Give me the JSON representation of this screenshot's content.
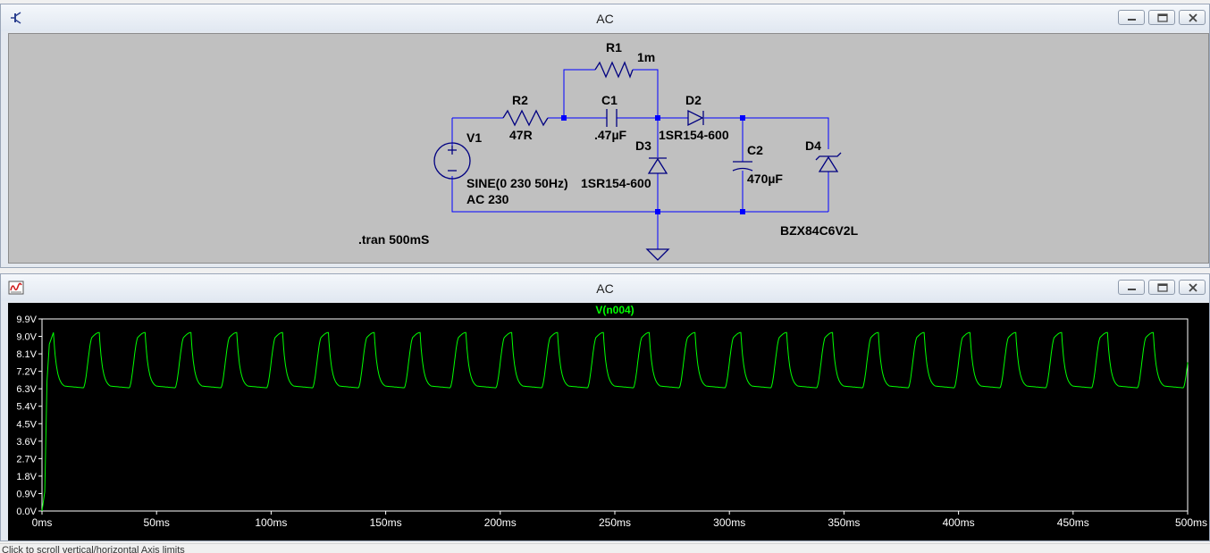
{
  "schematic_window": {
    "title": "AC",
    "app_icon": "transistor-icon",
    "controls": [
      "minimize-icon",
      "maximize-icon",
      "close-icon"
    ],
    "labels": {
      "r1_name": "R1",
      "r1_value": "1m",
      "r2_name": "R2",
      "r2_value": "47R",
      "c1_name": "C1",
      "c1_value": ".47µF",
      "d2_name": "D2",
      "d2_model": "1SR154-600",
      "d3_name": "D3",
      "d3_model": "1SR154-600",
      "v1_name": "V1",
      "v1_spec": "SINE(0 230 50Hz)",
      "v1_ac": "AC 230",
      "c2_name": "C2",
      "c2_value": "470µF",
      "d4_name": "D4",
      "d4_model": "BZX84C6V2L",
      "directive": ".tran 500mS"
    },
    "colors": {
      "wire": "#0000ff",
      "component": "#000080",
      "background": "#c0c0c0"
    }
  },
  "waveform_window": {
    "title": "AC",
    "app_icon": "waveform-icon",
    "controls": [
      "minimize-icon",
      "maximize-icon",
      "close-icon"
    ],
    "trace_label": "V(n004)",
    "colors": {
      "trace": "#00ff00",
      "axis_text": "#ffffff",
      "background": "#000000",
      "frame": "#ffffff"
    }
  },
  "chart_data": {
    "type": "line",
    "xlabel": "",
    "ylabel": "",
    "x_ticks": [
      "0ms",
      "50ms",
      "100ms",
      "150ms",
      "200ms",
      "250ms",
      "300ms",
      "350ms",
      "400ms",
      "450ms",
      "500ms"
    ],
    "y_ticks": [
      "0.0V",
      "0.9V",
      "1.8V",
      "2.7V",
      "3.6V",
      "4.5V",
      "5.4V",
      "6.3V",
      "7.2V",
      "8.1V",
      "9.0V",
      "9.9V"
    ],
    "xlim": [
      0,
      500
    ],
    "ylim": [
      0,
      9.9
    ],
    "x_unit": "ms",
    "y_unit": "V",
    "grid": false,
    "series": [
      {
        "name": "V(n004)",
        "color": "#00ff00",
        "period_ms": 20,
        "first_peak_ms": 5,
        "peak_v": 9.2,
        "valley_v": 6.35,
        "startup": [
          [
            0,
            0
          ],
          [
            1.2,
            1.0
          ],
          [
            2.2,
            6.7
          ],
          [
            3.2,
            8.6
          ],
          [
            5,
            9.2
          ]
        ]
      }
    ]
  },
  "status_bar": {
    "text": "Click to scroll vertical/horizontal Axis limits"
  }
}
